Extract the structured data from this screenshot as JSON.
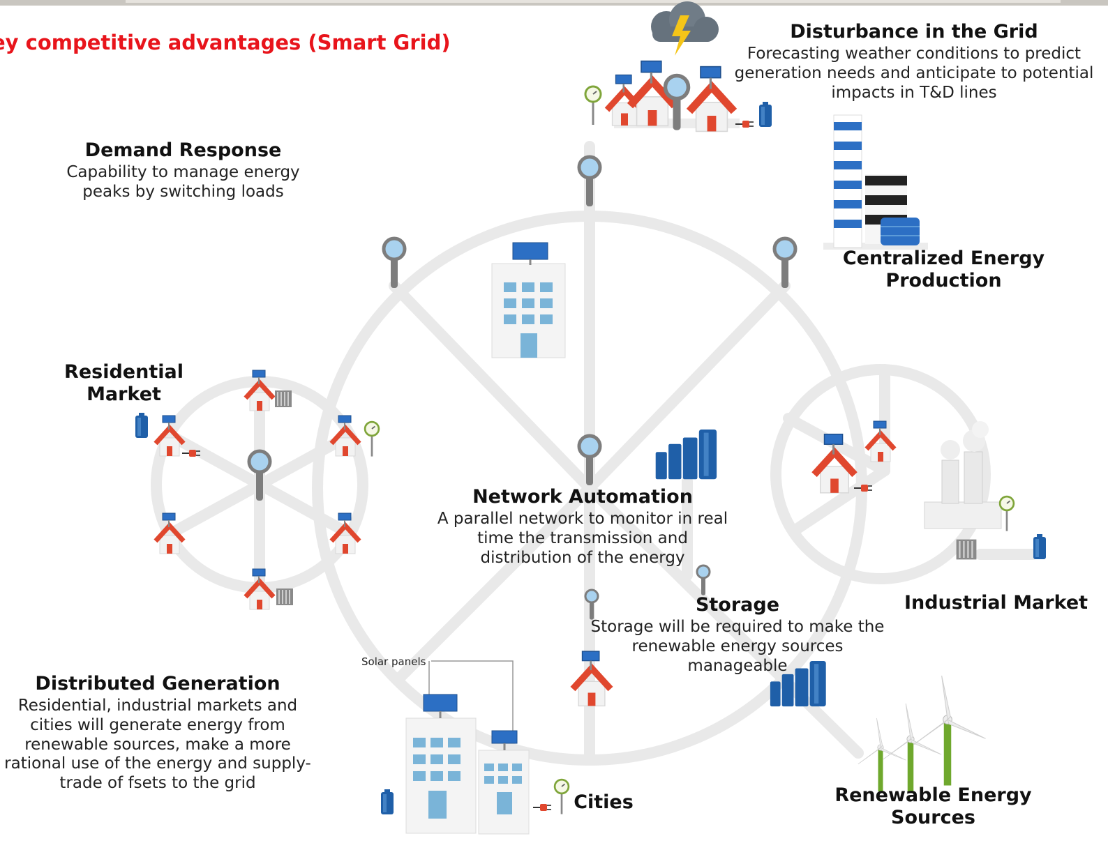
{
  "slide": {
    "title": "ey competitive advantages (Smart Grid)"
  },
  "colors": {
    "title": "#e8141b",
    "grid_line": "#e9e9e9",
    "roof": "#e0472e",
    "battery": "#1f5fa8",
    "solar_panel": "#2c6fc4",
    "pole": "#808080",
    "lens": "#a9d2ef",
    "turbine": "#6fa82d"
  },
  "labels": {
    "disturbance": {
      "heading": "Disturbance in the Grid",
      "lines": [
        "Forecasting weather conditions to predict",
        "generation needs and anticipate to potential",
        "impacts  in T&D lines"
      ]
    },
    "demand_response": {
      "heading": "Demand Response",
      "lines": [
        "Capability to manage  energy",
        "peaks by switching loads"
      ]
    },
    "centralized": {
      "lines": [
        "Centralized Energy",
        "Production"
      ]
    },
    "residential": {
      "lines": [
        "Residential",
        "Market"
      ]
    },
    "network_automation": {
      "heading": "Network Automation",
      "lines": [
        "A parallel network to monitor in real",
        "time the transmission and",
        "distribution of the energy"
      ]
    },
    "industrial": {
      "heading": "Industrial Market"
    },
    "storage": {
      "heading": "Storage",
      "lines": [
        "Storage will be required to make the",
        "renewable energy sources",
        "manageable"
      ]
    },
    "distributed": {
      "heading": "Distributed Generation",
      "lines": [
        "Residential, industrial markets and",
        "cities will generate energy from",
        "renewable sources, make a more",
        "rational use of the energy and  supply-",
        "trade of fsets to the grid"
      ]
    },
    "solar_panels": "Solar panels",
    "cities": "Cities",
    "renewable": {
      "lines": [
        "Renewable Energy",
        "Sources"
      ]
    }
  },
  "icons": [
    "storm-cloud-icon",
    "lightning-icon",
    "house-icon",
    "solar-panel-icon",
    "magnifier-icon",
    "battery-icon",
    "meter-icon",
    "plug-icon",
    "power-plant-icon",
    "office-building-icon",
    "factory-icon",
    "wind-turbine-icon",
    "inverter-icon"
  ]
}
